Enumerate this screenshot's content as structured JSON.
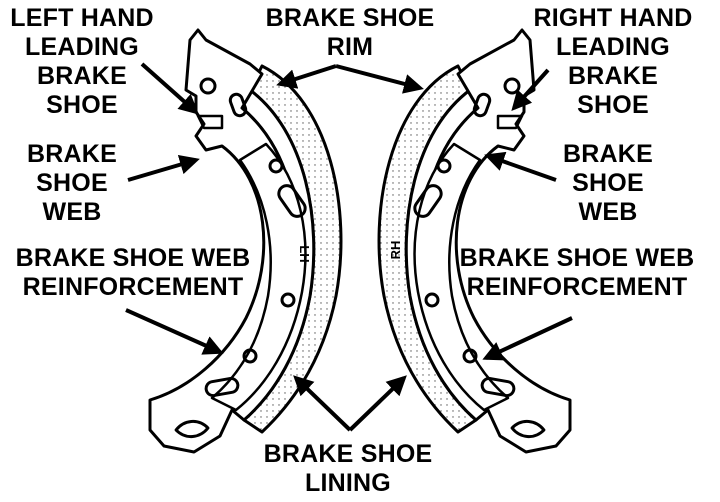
{
  "labels": {
    "left_leading": [
      "LEFT HAND",
      "LEADING",
      "BRAKE",
      "SHOE"
    ],
    "right_leading": [
      "RIGHT HAND",
      "LEADING",
      "BRAKE",
      "SHOE"
    ],
    "rim": [
      "BRAKE SHOE",
      "RIM"
    ],
    "left_web": [
      "BRAKE",
      "SHOE",
      "WEB"
    ],
    "right_web": [
      "BRAKE",
      "SHOE",
      "WEB"
    ],
    "left_reinforcement": [
      "BRAKE SHOE WEB",
      "REINFORCEMENT"
    ],
    "right_reinforcement": [
      "BRAKE SHOE WEB",
      "REINFORCEMENT"
    ],
    "lining": [
      "BRAKE SHOE",
      "LINING"
    ]
  },
  "stamps": {
    "left": "LH",
    "right": "RH"
  },
  "colors": {
    "ink": "#000000",
    "paper": "#ffffff"
  }
}
